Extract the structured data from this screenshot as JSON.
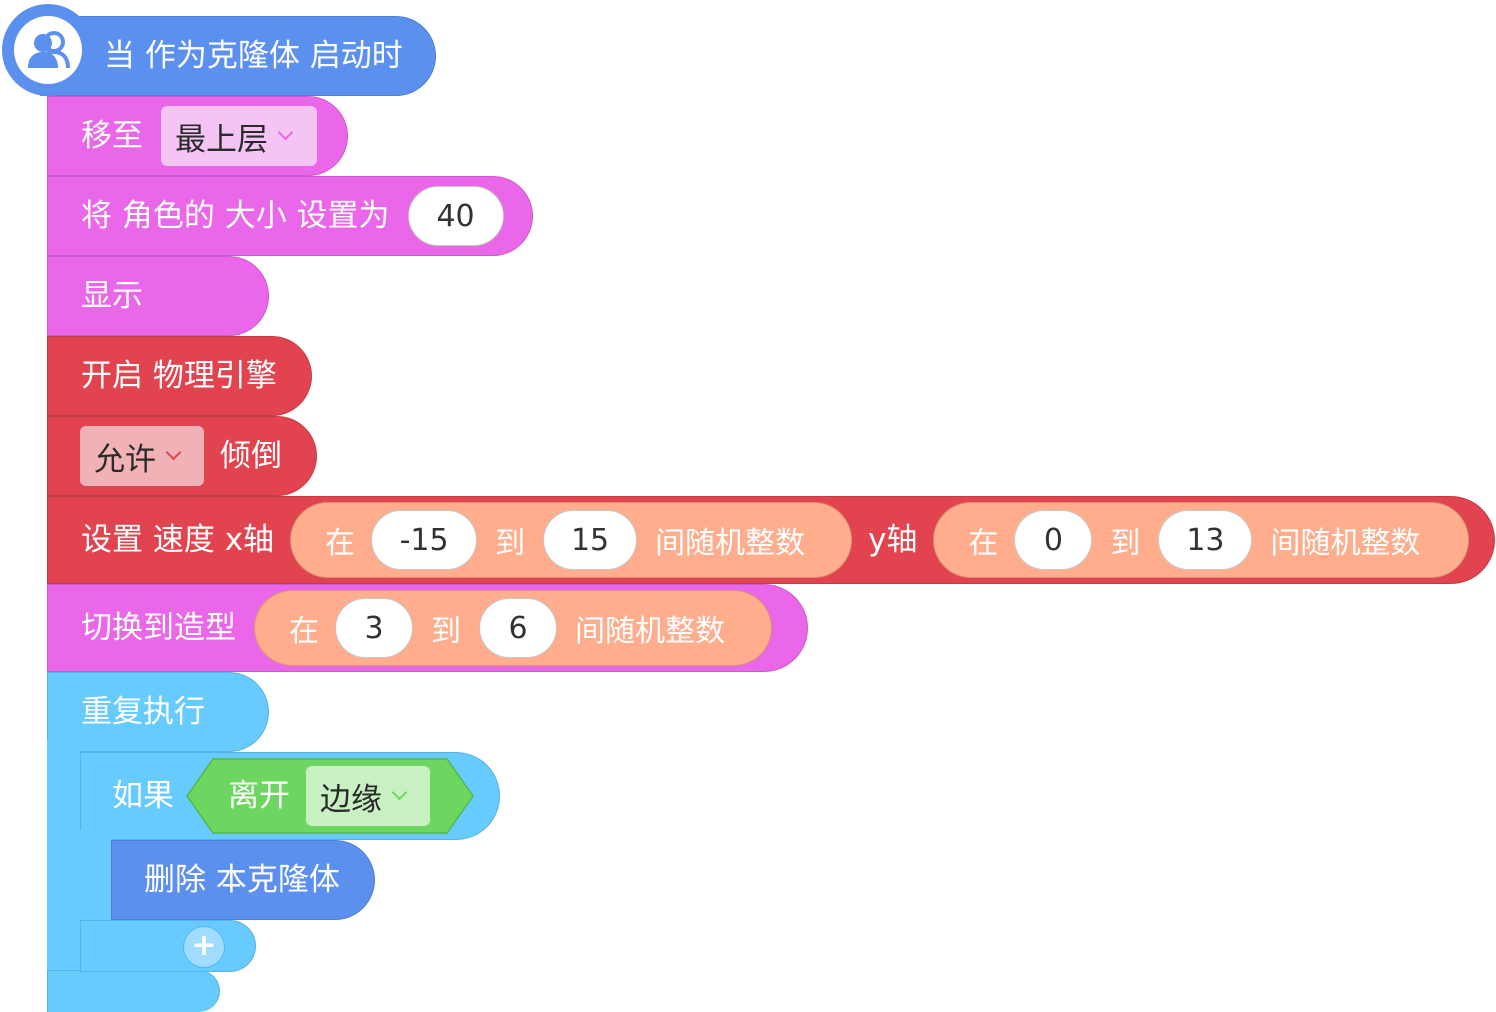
{
  "colors": {
    "event": "#5b90ef",
    "looks": "#e967e8",
    "physics": "#e1444f",
    "control": "#67cbff",
    "sensing": "#6dd661",
    "random_reporter": "#ffad8c"
  },
  "hat": {
    "icon": "user-group-icon",
    "label": "当 作为克隆体 启动时"
  },
  "move_to": {
    "label": "移至",
    "option": "最上层"
  },
  "set_size": {
    "label": "将 角色的 大小 设置为",
    "value": "40"
  },
  "show": {
    "label": "显示"
  },
  "physics_enable": {
    "label": "开启 物理引擎"
  },
  "tilt": {
    "option": "允许",
    "label": "倾倒"
  },
  "velocity": {
    "label": "设置 速度 x轴",
    "x_random": {
      "in": "在",
      "min": "-15",
      "to": "到",
      "max": "15",
      "suffix": "间随机整数"
    },
    "y_label": "y轴",
    "y_random": {
      "in": "在",
      "min": "0",
      "to": "到",
      "max": "13",
      "suffix": "间随机整数"
    }
  },
  "switch_costume": {
    "label": "切换到造型",
    "random": {
      "in": "在",
      "min": "3",
      "to": "到",
      "max": "6",
      "suffix": "间随机整数"
    }
  },
  "forever": {
    "label": "重复执行"
  },
  "if_block": {
    "label": "如果",
    "condition": "离开",
    "option": "边缘"
  },
  "delete_clone": {
    "label": "删除 本克隆体"
  },
  "add_button": {
    "icon": "plus-icon"
  }
}
